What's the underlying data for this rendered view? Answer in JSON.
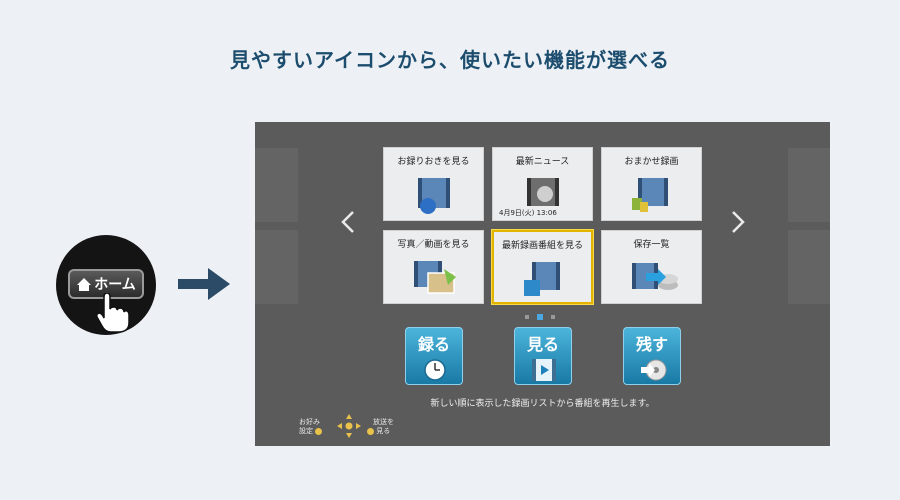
{
  "headline": "見やすいアイコンから、使いたい機能が選べる",
  "home_button": {
    "label": "ホーム",
    "icon": "house-icon"
  },
  "menu": {
    "tiles": [
      {
        "label": "お録りおきを見る"
      },
      {
        "label": "最新ニュース",
        "date": "4月9日(火) 13:06"
      },
      {
        "label": "おまかせ録画"
      },
      {
        "label": "写真／動画を見る"
      },
      {
        "label": "最新録画番組を見る"
      },
      {
        "label": "保存一覧"
      }
    ],
    "selected_index": 4,
    "page_dots": 3,
    "active_dot": 1
  },
  "actions": [
    {
      "label": "録る",
      "icon": "clock-icon"
    },
    {
      "label": "見る",
      "icon": "play-film-icon"
    },
    {
      "label": "残す",
      "icon": "disc-icon"
    }
  ],
  "caption": "新しい順に表示した録画リストから番組を再生します。",
  "legend": {
    "left_line1": "お好み",
    "left_line2": "設定",
    "right_line1": "放送を",
    "right_line2": "見る"
  },
  "colors": {
    "selection": "#e2b400",
    "action_button": "#2a93c2",
    "arrow": "#2b4b66"
  }
}
